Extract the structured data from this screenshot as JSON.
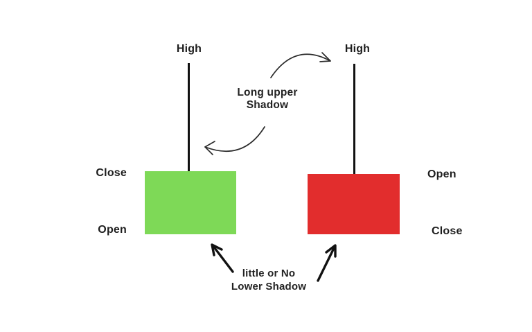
{
  "colors": {
    "background": "#ffffff",
    "bullish_body": "#7ED957",
    "bearish_body": "#E22D2D",
    "wick": "#111111",
    "text": "#1d1d1d",
    "curved_arrow": "#2b2b2b",
    "straight_arrow": "#111111"
  },
  "left_candle": {
    "type": "bullish",
    "high_label": "High",
    "top_price_label": "Close",
    "bottom_price_label": "Open"
  },
  "right_candle": {
    "type": "bearish",
    "high_label": "High",
    "top_price_label": "Open",
    "bottom_price_label": "Close"
  },
  "annotations": {
    "upper_shadow_line1": "Long upper",
    "upper_shadow_line2": "Shadow",
    "lower_shadow_line1": "little or No",
    "lower_shadow_line2": "Lower Shadow"
  }
}
